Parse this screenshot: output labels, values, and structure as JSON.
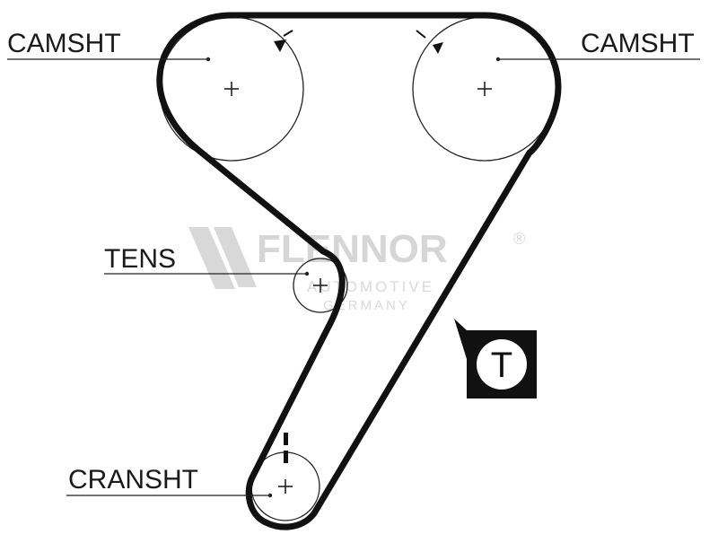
{
  "labels": {
    "camshaft_left": "CAMSHT",
    "camshaft_right": "CAMSHT",
    "tensioner": "TENS",
    "crankshaft": "CRANSHT"
  },
  "tool_badge": "T",
  "watermark": {
    "brand": "FLENNOR",
    "registered": "®",
    "line1": "AUTOMOTIVE",
    "line2": "GERMANY"
  },
  "colors": {
    "belt": "#111111",
    "watermark": "#d4d4d4"
  }
}
